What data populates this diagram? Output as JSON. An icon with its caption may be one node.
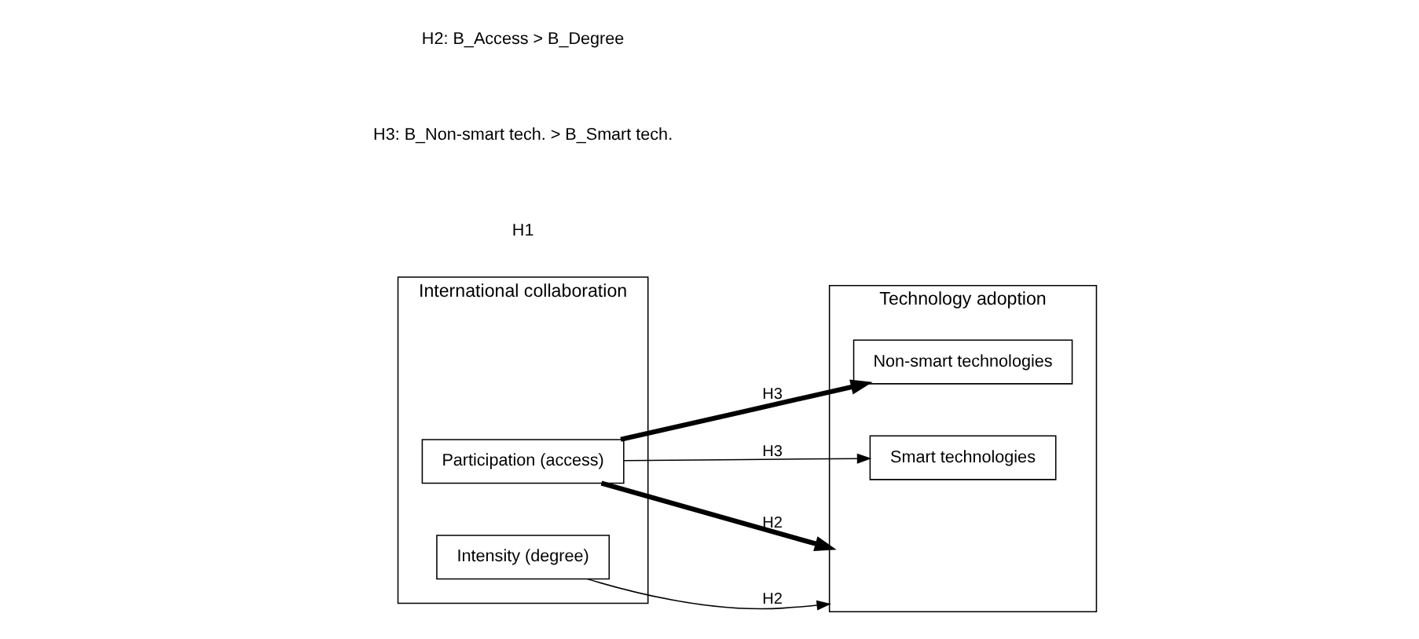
{
  "diagram": {
    "nodes": [
      {
        "text": [
          "International collaboration"
        ]
      },
      {
        "text": [
          "Participation (access)"
        ],
        "in": 0
      },
      {
        "text": [
          "Intensity (degree)"
        ],
        "in": 0
      },
      {
        "text": [
          "Technology adoption"
        ]
      },
      {
        "text": [
          "Smart technologies"
        ],
        "in": 3
      },
      {
        "text": [
          "Non-smart technologies"
        ],
        "in": 3
      }
    ],
    "edges": [
      {
        "from": 1,
        "to": 4,
        "arrow": "to",
        "label": "H3"
      },
      {
        "from": 1,
        "to": 3,
        "arrow": "to",
        "label": "H2",
        "style": "thick"
      },
      {
        "from": 1,
        "to": 5,
        "arrow": "to",
        "label": "H3",
        "style": "thick"
      },
      {
        "from": 2,
        "to": 3,
        "arrow": "to",
        "label": "H2"
      }
    ],
    "labels": [
      "H1"
    ],
    "legend": [
      {
        "text": "H2: B_Access > B_Degree"
      },
      {
        "text": "H3: B_Non-smart tech. > B_Smart tech."
      }
    ]
  }
}
